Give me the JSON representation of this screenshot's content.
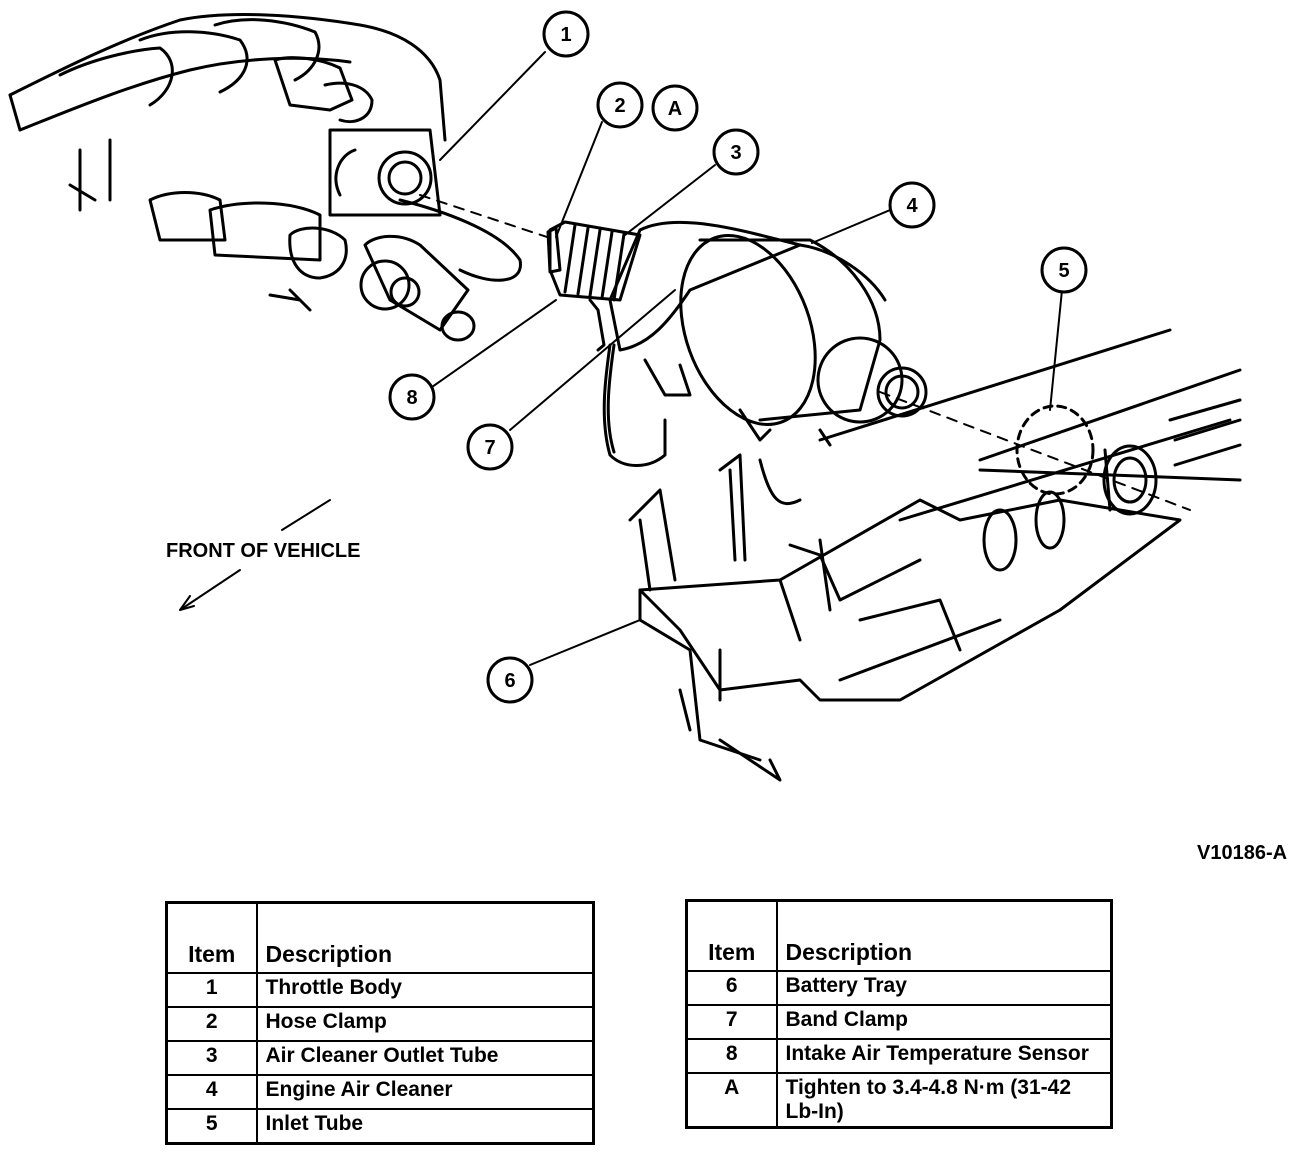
{
  "diagram": {
    "front_label": "FRONT OF VEHICLE",
    "figure_id": "V10186-A",
    "callouts": [
      "1",
      "2",
      "A",
      "3",
      "4",
      "5",
      "8",
      "7",
      "6"
    ]
  },
  "legend_left": {
    "headers": {
      "item": "Item",
      "description": "Description"
    },
    "rows": [
      {
        "item": "1",
        "description": "Throttle Body"
      },
      {
        "item": "2",
        "description": "Hose Clamp"
      },
      {
        "item": "3",
        "description": "Air Cleaner Outlet Tube"
      },
      {
        "item": "4",
        "description": "Engine Air Cleaner"
      },
      {
        "item": "5",
        "description": "Inlet Tube"
      }
    ]
  },
  "legend_right": {
    "headers": {
      "item": "Item",
      "description": "Description"
    },
    "rows": [
      {
        "item": "6",
        "description": "Battery Tray"
      },
      {
        "item": "7",
        "description": "Band Clamp"
      },
      {
        "item": "8",
        "description": "Intake Air Temperature Sensor"
      },
      {
        "item": "A",
        "description": "Tighten to 3.4-4.8 N·m (31-42 Lb-In)"
      }
    ]
  }
}
